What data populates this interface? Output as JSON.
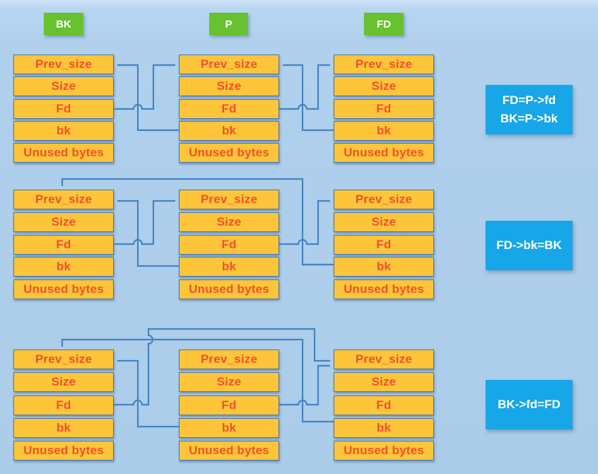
{
  "diagram": {
    "column_labels": [
      {
        "id": "BK",
        "label": "BK"
      },
      {
        "id": "P",
        "label": "P"
      },
      {
        "id": "FD",
        "label": "FD"
      }
    ],
    "chunk_fields": [
      "Prev_size",
      "Size",
      "Fd",
      "bk",
      "Unused bytes"
    ],
    "rows": [
      {
        "annotation": [
          "FD=P->fd",
          "BK=P->bk"
        ],
        "pointers": [
          {
            "from": "BK.fd",
            "to": "P.prev_size"
          },
          {
            "from": "P.bk",
            "to": "BK.prev_size"
          },
          {
            "from": "P.fd",
            "to": "FD.prev_size"
          },
          {
            "from": "FD.bk",
            "to": "P.prev_size"
          }
        ]
      },
      {
        "annotation": [
          "FD->bk=BK"
        ],
        "pointers": [
          {
            "from": "BK.fd",
            "to": "P.prev_size"
          },
          {
            "from": "P.bk",
            "to": "BK.prev_size"
          },
          {
            "from": "P.fd",
            "to": "FD.prev_size"
          },
          {
            "from": "FD.bk",
            "to": "BK"
          }
        ]
      },
      {
        "annotation": [
          "BK->fd=FD"
        ],
        "pointers": [
          {
            "from": "BK.fd",
            "to": "FD.prev_size"
          },
          {
            "from": "P.bk",
            "to": "BK.prev_size"
          },
          {
            "from": "P.fd",
            "to": "FD.prev_size"
          },
          {
            "from": "FD.bk",
            "to": "BK"
          }
        ]
      }
    ]
  },
  "colors": {
    "background": "#b0d0ec",
    "chunk_fill": "#fcc53a",
    "chunk_border": "#4a76a8",
    "chunk_text": "#f1512c",
    "column_label_bg": "#68c12f",
    "annotation_bg": "#17a6e7",
    "label_text": "#ffffff",
    "arrow": "#4484c4"
  }
}
